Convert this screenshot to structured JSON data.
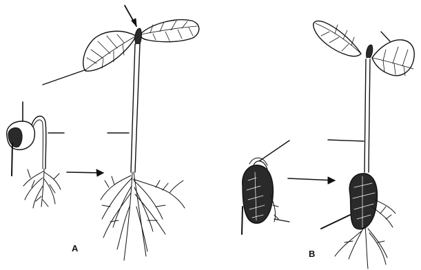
{
  "figure": {
    "panels": [
      {
        "id": "A",
        "label": "A"
      },
      {
        "id": "B",
        "label": "B"
      }
    ]
  },
  "colors": {
    "ink": "#111111",
    "seed_dark": "#2a2a2a",
    "paper": "#ffffff"
  }
}
